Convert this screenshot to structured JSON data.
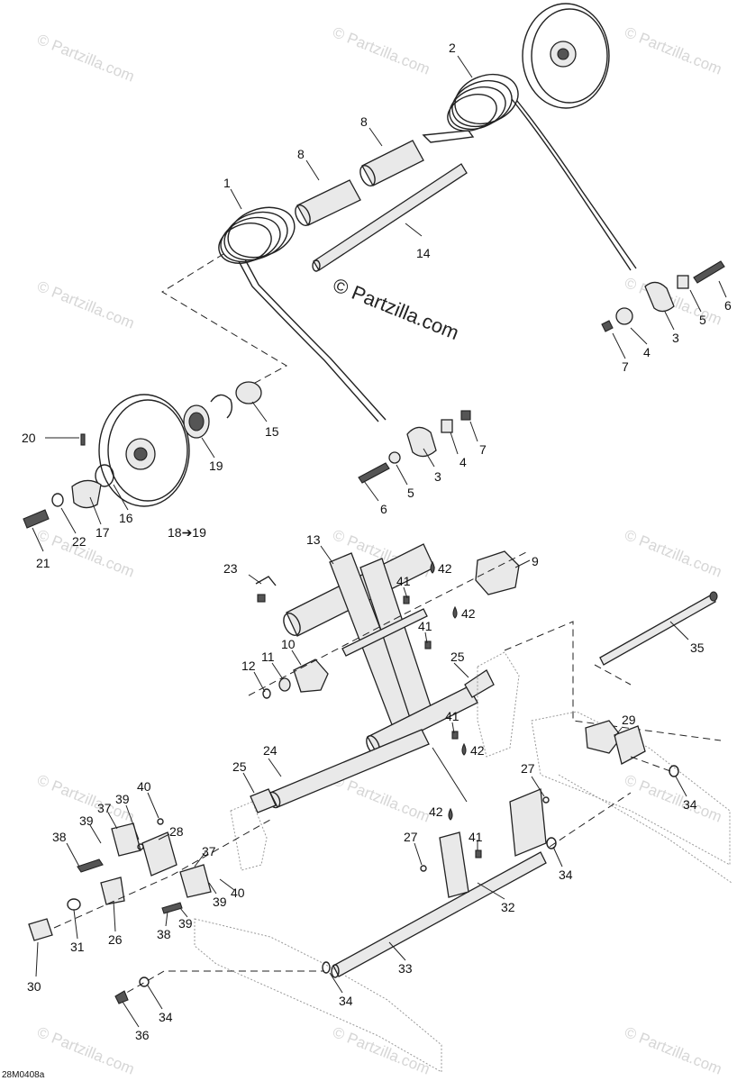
{
  "watermarks": {
    "repeat": "© Partzilla.com",
    "main": "© Partzilla.com"
  },
  "diagram_code": "28M0408a",
  "callouts": {
    "c1": "1",
    "c2": "2",
    "c8a": "8",
    "c8b": "8",
    "c14": "14",
    "c6a": "6",
    "c5a": "5",
    "c3a": "3",
    "c4a": "4",
    "c7a": "7",
    "c20": "20",
    "c15": "15",
    "c19": "19",
    "c16": "16",
    "c17": "17",
    "c22": "22",
    "c21": "21",
    "c18": "18➔19",
    "c7b": "7",
    "c4b": "4",
    "c3b": "3",
    "c5b": "5",
    "c6b": "6",
    "c13": "13",
    "c9": "9",
    "c23": "23",
    "c41a": "41",
    "c42a": "42",
    "c42b": "42",
    "c41b": "41",
    "c10": "10",
    "c11": "11",
    "c12": "12",
    "c25a": "25",
    "c35": "35",
    "c41c": "41",
    "c42c": "42",
    "c29": "29",
    "c24": "24",
    "c25b": "25",
    "c27a": "27",
    "c34a": "34",
    "c40a": "40",
    "c39a": "39",
    "c37a": "37",
    "c28": "28",
    "c39b": "39",
    "c38a": "38",
    "c42d": "42",
    "c41d": "41",
    "c27b": "27",
    "c37b": "37",
    "c39c": "39",
    "c40b": "40",
    "c34b": "34",
    "c26": "26",
    "c38b": "38",
    "c39d": "39",
    "c32": "32",
    "c31": "31",
    "c30": "30",
    "c33": "33",
    "c34c": "34",
    "c34d": "34",
    "c36": "36"
  }
}
